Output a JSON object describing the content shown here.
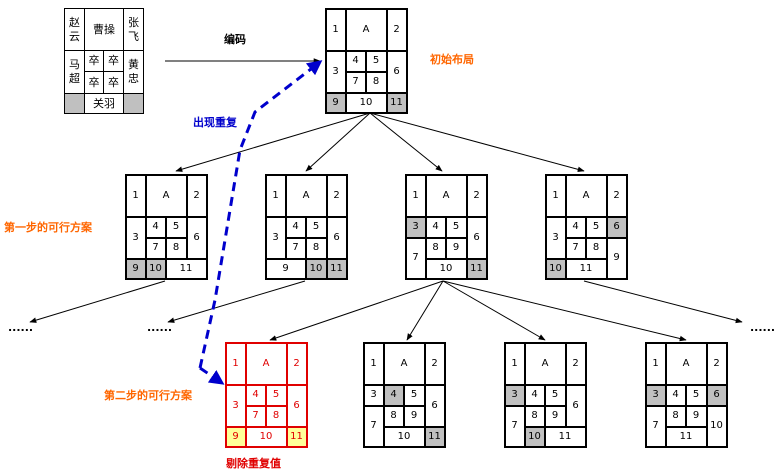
{
  "title_encode": "编码",
  "label_initial": "初始布局",
  "label_duplicate": "出现重复",
  "label_step1": "第一步的可行方案",
  "label_step2": "第二步的可行方案",
  "label_remove": "剔除重复值",
  "ellipsis": "......",
  "classic_board": {
    "cao": "曹操",
    "zhao": "赵\n云",
    "zhang": "张\n飞",
    "ma": "马\n超",
    "huang": "黄\n忠",
    "guan": "关羽",
    "soldier": "卒"
  },
  "boards": {
    "root": {
      "cells": [
        [
          "1"
        ],
        [
          "A"
        ],
        [
          "2"
        ],
        [
          "3"
        ],
        [
          "4"
        ],
        [
          "5"
        ],
        [
          "6"
        ],
        [
          "7"
        ],
        [
          "8"
        ],
        [
          "9"
        ],
        [
          "10"
        ],
        [
          "11"
        ]
      ],
      "gray": [
        "9",
        "11"
      ],
      "yellow": [],
      "extra_blank": [],
      "color": "black"
    },
    "s1a": {
      "cells": [
        [
          "1"
        ],
        [
          "A"
        ],
        [
          "2"
        ],
        [
          "3"
        ],
        [
          "4"
        ],
        [
          "5"
        ],
        [
          "6"
        ],
        [
          "7"
        ],
        [
          "8"
        ],
        [
          "9"
        ],
        [
          "10"
        ],
        [
          "11"
        ]
      ],
      "gray": [
        "9",
        "10"
      ],
      "yellow": [],
      "extra_blank": [],
      "color": "black"
    },
    "s1b": {
      "cells": [
        [
          "1"
        ],
        [
          "A"
        ],
        [
          "2"
        ],
        [
          "3"
        ],
        [
          "4"
        ],
        [
          "5"
        ],
        [
          "6"
        ],
        [
          "7"
        ],
        [
          "8"
        ],
        [
          "9"
        ],
        [
          "10"
        ],
        [
          "11"
        ]
      ],
      "gray": [
        "10",
        "11"
      ],
      "yellow": [],
      "extra_blank": [],
      "color": "black"
    },
    "s1c": {
      "cells": [
        [
          "1"
        ],
        [
          "A"
        ],
        [
          "2"
        ],
        [
          "3"
        ],
        [
          "4"
        ],
        [
          "5"
        ],
        [
          "6"
        ],
        [
          "7"
        ],
        [
          "8"
        ],
        [
          "9"
        ],
        [
          "10"
        ],
        [
          "11"
        ]
      ],
      "gray": [
        "3",
        "11"
      ],
      "yellow": [],
      "extra_blank": [],
      "color": "black"
    },
    "s1d": {
      "cells": [
        [
          "1"
        ],
        [
          "A"
        ],
        [
          "2"
        ],
        [
          "3"
        ],
        [
          "4"
        ],
        [
          "5"
        ],
        [
          "6"
        ],
        [
          "7"
        ],
        [
          "8"
        ],
        [
          "9"
        ],
        [
          "10"
        ],
        [
          "11"
        ]
      ],
      "gray": [
        "6",
        "10"
      ],
      "yellow": [],
      "extra_blank": [],
      "color": "black"
    },
    "s2dup": {
      "cells": [
        [
          "1"
        ],
        [
          "A"
        ],
        [
          "2"
        ],
        [
          "3"
        ],
        [
          "4"
        ],
        [
          "5"
        ],
        [
          "6"
        ],
        [
          "7"
        ],
        [
          "8"
        ],
        [
          "9"
        ],
        [
          "10"
        ],
        [
          "11"
        ]
      ],
      "gray": [],
      "yellow": [
        "9",
        "11"
      ],
      "extra_blank": [],
      "color": "red"
    },
    "s2b": {
      "cells": [
        [
          "1"
        ],
        [
          "A"
        ],
        [
          "2"
        ],
        [
          "3"
        ],
        [
          "4"
        ],
        [
          "5"
        ],
        [
          "6"
        ],
        [
          "7"
        ],
        [
          "8"
        ],
        [
          "9"
        ],
        [
          "10"
        ],
        [
          "11"
        ]
      ],
      "gray": [
        "4",
        "11"
      ],
      "yellow": [],
      "extra_blank": [],
      "color": "black"
    },
    "s2c": {
      "cells": [
        [
          "1"
        ],
        [
          "A"
        ],
        [
          "2"
        ],
        [
          "3"
        ],
        [
          "4"
        ],
        [
          "5"
        ],
        [
          "6"
        ],
        [
          "7"
        ],
        [
          "8"
        ],
        [
          "9"
        ],
        [
          "10"
        ],
        [
          "11"
        ]
      ],
      "gray": [
        "3",
        "10"
      ],
      "yellow": [],
      "extra_blank": [],
      "color": "black"
    },
    "s2d": {
      "cells": [
        [
          "1"
        ],
        [
          "A"
        ],
        [
          "2"
        ],
        [
          "3"
        ],
        [
          "4"
        ],
        [
          "5"
        ],
        [
          "6"
        ],
        [
          "7"
        ],
        [
          "8"
        ],
        [
          "9"
        ],
        [
          "10"
        ],
        [
          "11"
        ]
      ],
      "gray": [
        "3",
        "6"
      ],
      "yellow": [],
      "extra_blank": [],
      "color": "black"
    }
  },
  "colors": {
    "orange": "#ff6600",
    "blue": "#0000cc",
    "red": "#e00000",
    "gray_cell": "#c0c0c0",
    "yellow_cell": "#ffff99"
  }
}
